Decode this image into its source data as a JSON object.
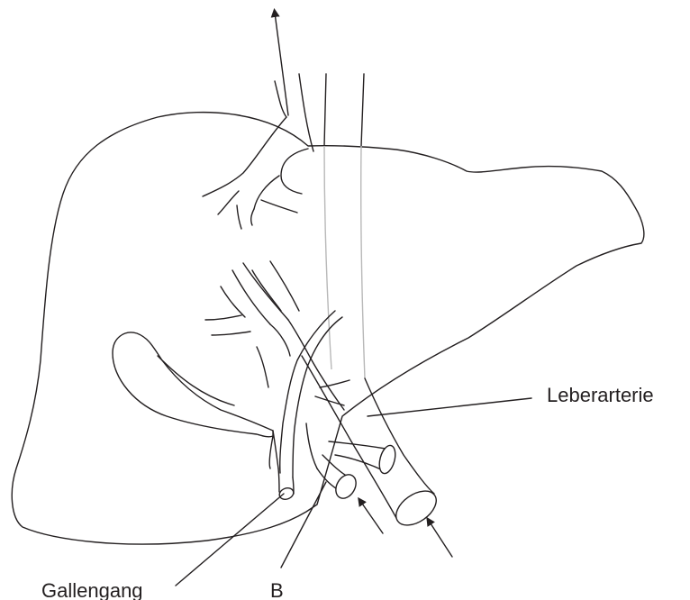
{
  "labels": {
    "leberarterie": "Leberarterie",
    "gallengang": "Gallengang",
    "b": "B"
  },
  "colors": {
    "stroke": "#231f20",
    "grey_vessel": "#b8b8b8",
    "background": "#ffffff"
  }
}
